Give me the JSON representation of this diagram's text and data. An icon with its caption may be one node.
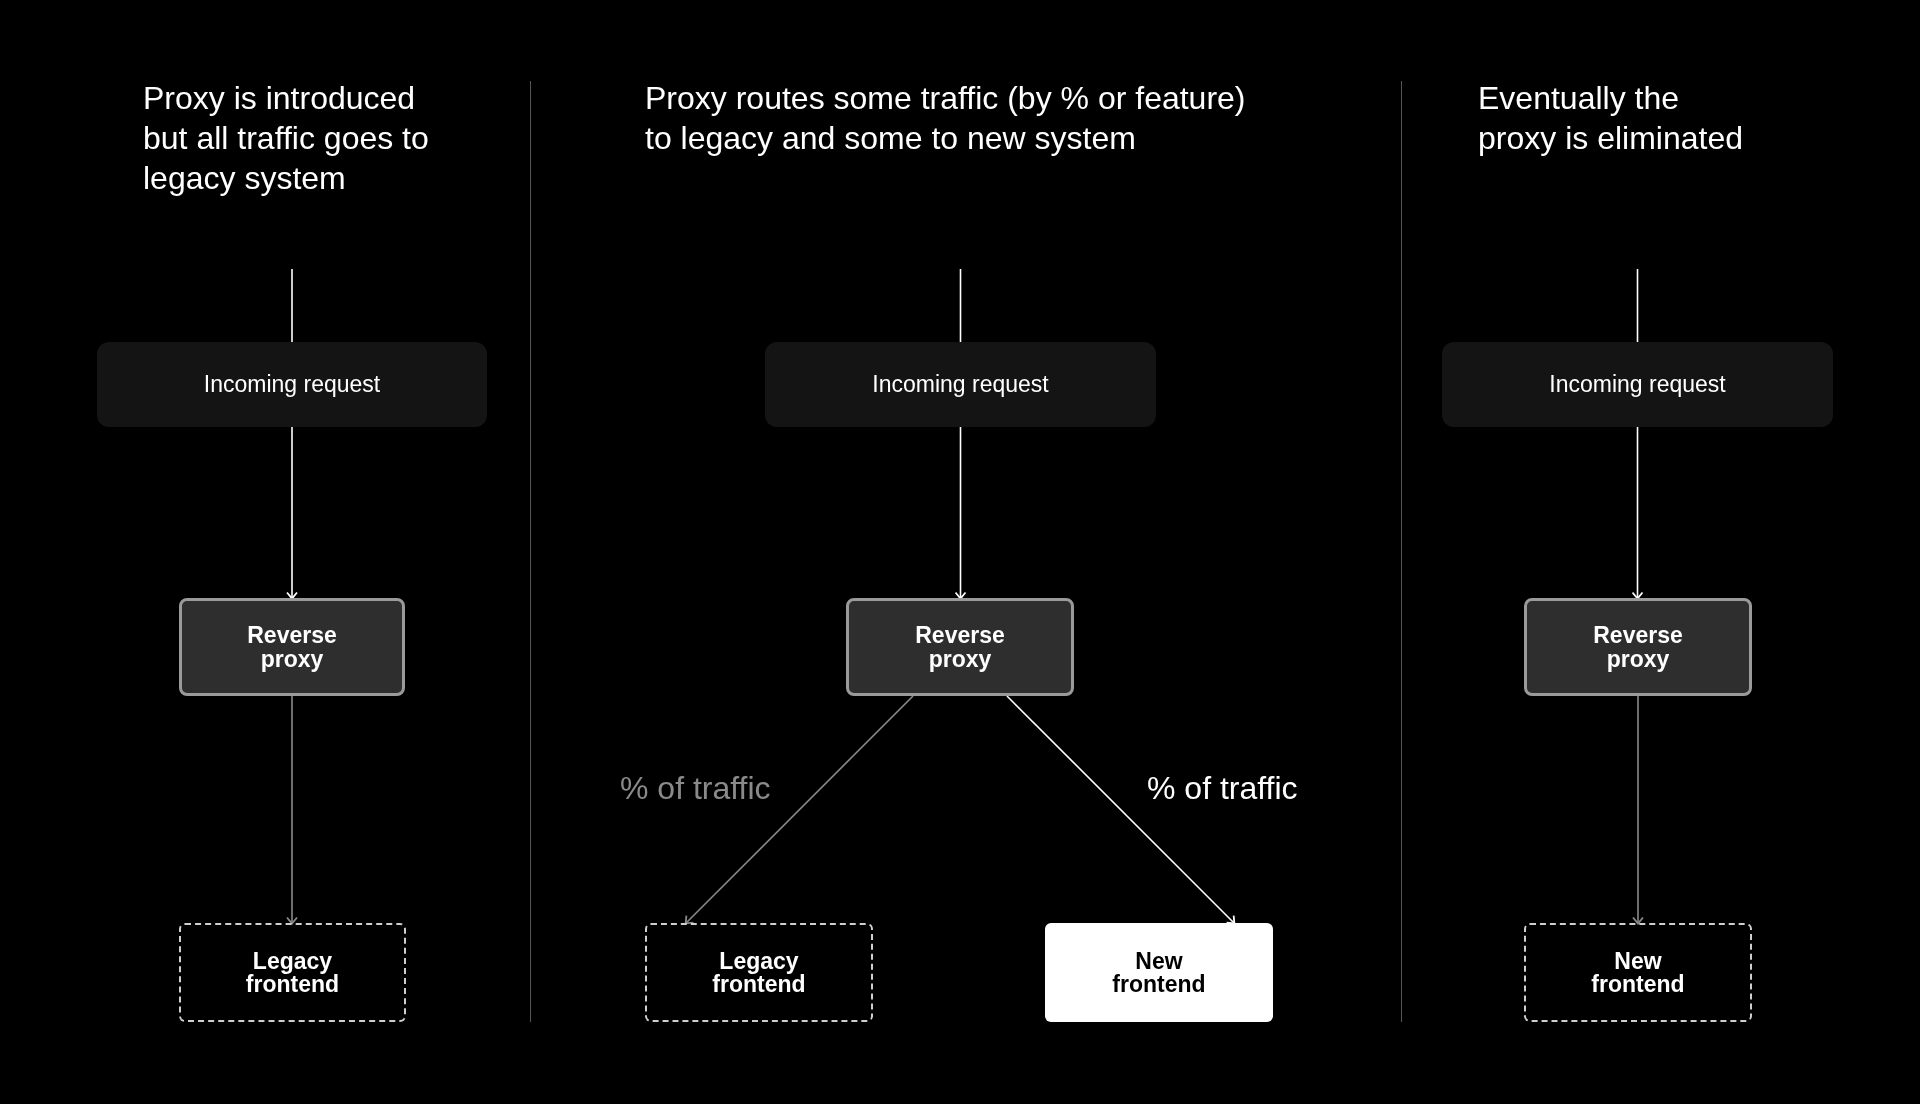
{
  "diagram": {
    "nodes": [
      {
        "text": [
          "Incoming request"
        ]
      },
      {
        "text": [
          "Reverse proxy"
        ]
      },
      {
        "text": [
          "Legacy frontend"
        ]
      },
      {
        "text": [
          "Incoming request"
        ]
      },
      {
        "text": [
          "Reverse proxy"
        ]
      },
      {
        "text": [
          "Legacy frontend"
        ]
      },
      {
        "text": [
          "New frontend"
        ]
      },
      {
        "text": [
          "Incoming request"
        ]
      },
      {
        "text": [
          "Reverse proxy"
        ]
      },
      {
        "text": [
          "New frontend"
        ]
      }
    ],
    "edges": [
      {
        "from": null,
        "to": 0,
        "arrow": "none"
      },
      {
        "from": 0,
        "to": 1,
        "arrow": "to"
      },
      {
        "from": 1,
        "to": 2,
        "arrow": "to",
        "color": "#8a8a8a"
      },
      {
        "from": null,
        "to": 3,
        "arrow": "none"
      },
      {
        "from": 3,
        "to": 4,
        "arrow": "to"
      },
      {
        "from": 4,
        "to": 5,
        "arrow": "to",
        "label": "% of traffic",
        "color": "#8a8a8a"
      },
      {
        "from": 4,
        "to": 6,
        "arrow": "to",
        "label": "% of traffic"
      },
      {
        "from": null,
        "to": 7,
        "arrow": "none"
      },
      {
        "from": 7,
        "to": 8,
        "arrow": "to"
      },
      {
        "from": 8,
        "to": 9,
        "arrow": "to",
        "color": "#8a8a8a"
      }
    ],
    "labels": [
      "Proxy is introduced but all traffic goes to legacy system",
      "Proxy routes some traffic (by % or feature) to legacy and some to new system",
      "Eventually the proxy is eliminated"
    ]
  }
}
